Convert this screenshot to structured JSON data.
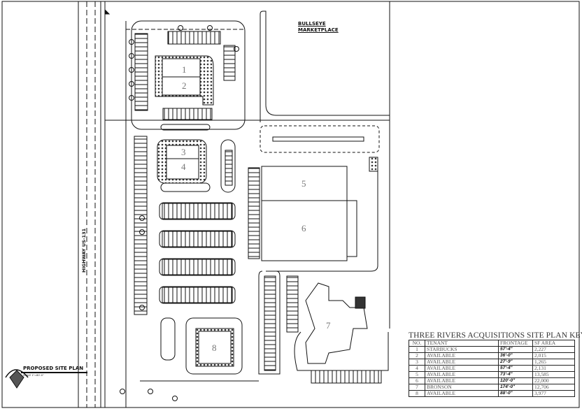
{
  "plan": {
    "neighbor_label_line1": "BULLSEYE",
    "neighbor_label_line2": "MARKETPLACE",
    "highway_label": "HIGHWAY US-131",
    "title": "PROPOSED SITE PLAN",
    "scale": "SCALE 1\"=80'-0\"",
    "buildings": [
      "1",
      "2",
      "3",
      "4",
      "5",
      "6",
      "7",
      "8"
    ]
  },
  "site_plan_key": {
    "title": "THREE RIVERS ACQUISITIONS SITE PLAN KEY",
    "columns": [
      "NO.",
      "TENANT",
      "FRONTAGE",
      "SF AREA"
    ],
    "rows": [
      {
        "no": "1",
        "tenant": "STARBUCKS",
        "frontage": "57'-4\"",
        "area": "2,227"
      },
      {
        "no": "2",
        "tenant": "AVAILABLE",
        "frontage": "36'-0\"",
        "area": "2,015"
      },
      {
        "no": "3",
        "tenant": "AVAILABLE",
        "frontage": "27'-9\"",
        "area": "1,265"
      },
      {
        "no": "4",
        "tenant": "AVAILABLE",
        "frontage": "57'-4\"",
        "area": "2,131"
      },
      {
        "no": "5",
        "tenant": "AVAILABLE",
        "frontage": "73'-4\"",
        "area": "13,585"
      },
      {
        "no": "6",
        "tenant": "AVAILABLE",
        "frontage": "120'-0\"",
        "area": "22,000"
      },
      {
        "no": "7",
        "tenant": "BRONSON",
        "frontage": "174'-0\"",
        "area": "12,706"
      },
      {
        "no": "8",
        "tenant": "AVAILABLE",
        "frontage": "88'-0\"",
        "area": "3,977"
      }
    ]
  }
}
